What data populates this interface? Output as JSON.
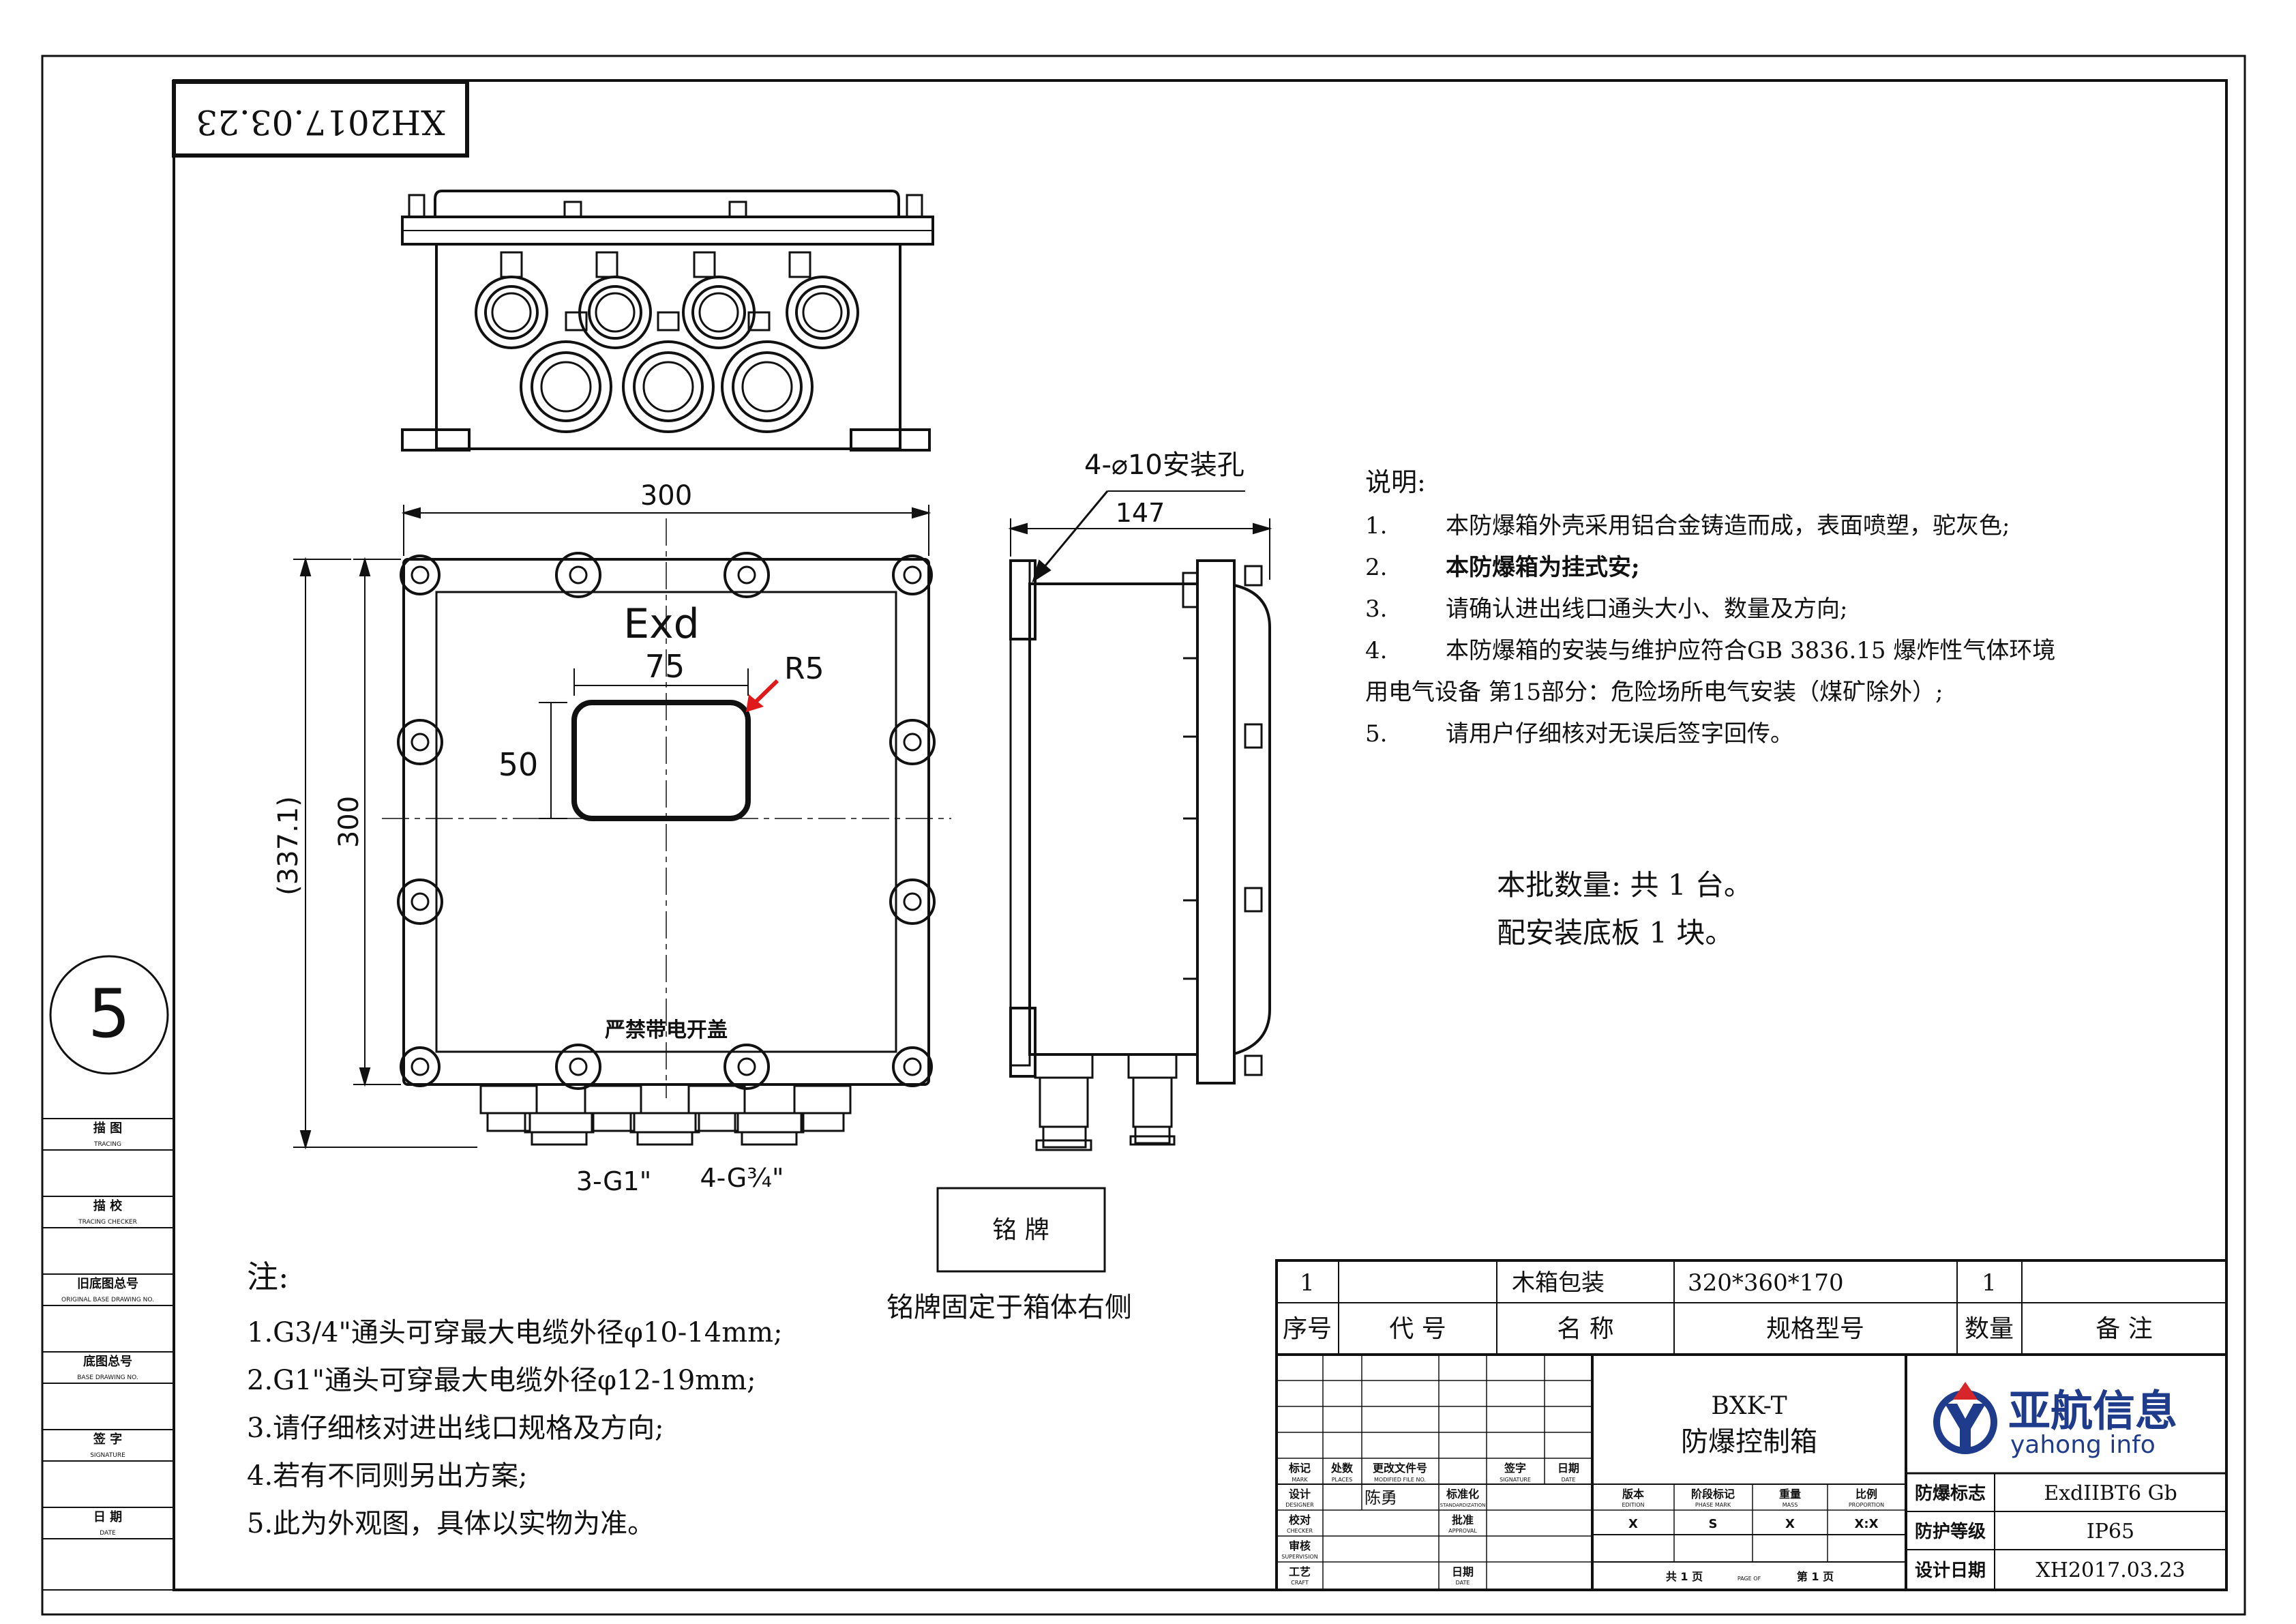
{
  "stamp_code": "XH2017.03.23",
  "sheet_number": "5",
  "drawing": {
    "front_width_dim": "300",
    "front_height_dim": "300",
    "front_overall_dim": "(337.1)",
    "window_label": "Exd",
    "window_width_dim": "75",
    "window_height_dim": "50",
    "window_radius": "R5",
    "cover_warning": "严禁带电开盖",
    "entry_label_1": "3-G1\"",
    "entry_label_2": "4-G³⁄₄\"",
    "side_depth_dim": "147",
    "mount_hole_note": "4-⌀10安装孔",
    "nameplate_label": "铭  牌",
    "nameplate_note": "铭牌固定于箱体右侧"
  },
  "description": {
    "title": "说明:",
    "items": [
      {
        "num": "1.",
        "text": "本防爆箱外壳采用铝合金铸造而成，表面喷塑，驼灰色;"
      },
      {
        "num": "2.",
        "text": "本防爆箱为挂式安;"
      },
      {
        "num": "3.",
        "text": "请确认进出线口通头大小、数量及方向;"
      },
      {
        "num": "4.",
        "text": "本防爆箱的安装与维护应符合GB 3836.15 爆炸性气体环境"
      }
    ],
    "item4_cont": "用电气设备 第15部分：危险场所电气安装（煤矿除外）;",
    "item5": {
      "num": "5.",
      "text": "请用户仔细核对无误后签字回传。"
    }
  },
  "batch": {
    "quantity": "本批数量: 共 1 台。",
    "baseplate": "配安装底板 1 块。"
  },
  "notes": {
    "title": "注:",
    "items": [
      "1.G3/4\"通头可穿最大电缆外径φ10-14mm;",
      "2.G1\"通头可穿最大电缆外径φ12-19mm;",
      "3.请仔细核对进出线口规格及方向;",
      "4.若有不同则另出方案;",
      "5.此为外观图，具体以实物为准。"
    ]
  },
  "left_strip": [
    {
      "cn": "描 图",
      "en": "TRACING"
    },
    {
      "cn": "描 校",
      "en": "TRACING CHECKER"
    },
    {
      "cn": "旧底图总号",
      "en": "ORIGINAL BASE DRAWING NO."
    },
    {
      "cn": "底图总号",
      "en": "BASE DRAWING NO."
    },
    {
      "cn": "签 字",
      "en": "SIGNATURE"
    },
    {
      "cn": "日 期",
      "en": "DATE"
    }
  ],
  "parts_list": {
    "row": {
      "seq": "1",
      "code": "",
      "name": "木箱包装",
      "spec": "320*360*170",
      "qty": "1",
      "remark": ""
    },
    "headers": {
      "seq": "序号",
      "code": "代  号",
      "name": "名    称",
      "spec": "规格型号",
      "qty": "数量",
      "remark": "备    注"
    }
  },
  "title_block": {
    "product_model": "BXK-T",
    "product_name": "防爆控制箱",
    "company_cn": "亚航信息",
    "company_en": "yahong info",
    "rev_headers": [
      {
        "cn": "标记",
        "en": "MARK"
      },
      {
        "cn": "处数",
        "en": "PLACES"
      },
      {
        "cn": "更改文件号",
        "en": "MODIFIED FILE NO."
      },
      {
        "cn": "签字",
        "en": "SIGNATURE"
      },
      {
        "cn": "日期",
        "en": "DATE"
      }
    ],
    "designer": {
      "cn": "设计",
      "en": "DESIGNER",
      "value": "陈勇"
    },
    "standardization": {
      "cn": "标准化",
      "en": "STANDARDIZATION"
    },
    "checker": {
      "cn": "校对",
      "en": "CHECKER"
    },
    "approval": {
      "cn": "批准",
      "en": "APPROVAL"
    },
    "supervisor": {
      "cn": "审核",
      "en": "SUPERVISION"
    },
    "craft": {
      "cn": "工艺",
      "en": "CRAFT"
    },
    "date_label": {
      "cn": "日期",
      "en": "DATE"
    },
    "edition": {
      "cn": "版本",
      "en": "EDITION",
      "value": "X"
    },
    "phase": {
      "cn": "阶段标记",
      "en": "PHASE MARK",
      "value": "S"
    },
    "mass": {
      "cn": "重量",
      "en": "MASS",
      "value": "X"
    },
    "proportion": {
      "cn": "比例",
      "en": "PROPORTION",
      "value": "X:X"
    },
    "page_total": "共 1 页",
    "page_of": "PAGE OF",
    "page_num": "第 1 页",
    "ex_mark_label": "防爆标志",
    "ex_mark_value": "ExdIIBT6 Gb",
    "ip_label": "防护等级",
    "ip_value": "IP65",
    "design_date_label": "设计日期",
    "design_date_value": "XH2017.03.23"
  }
}
